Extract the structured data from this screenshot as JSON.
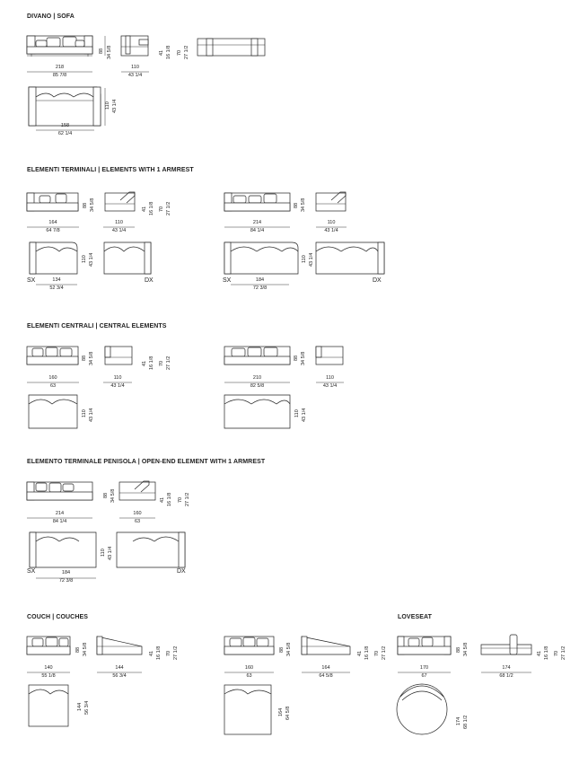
{
  "sections": [
    {
      "title": "DIVANO | SOFA"
    },
    {
      "title": "ELEMENTI TERMINALI | ELEMENTS WITH 1 ARMREST"
    },
    {
      "title": "ELEMENTI CENTRALI | CENTRAL ELEMENTS"
    },
    {
      "title": "ELEMENTO TERMINALE PENISOLA | OPEN-END ELEMENT WITH 1 ARMREST"
    },
    {
      "title": "COUCH | COUCHES"
    },
    {
      "title": "LOVESEAT"
    }
  ],
  "sofa": {
    "w1": "218",
    "w1in": "85 7/8",
    "h1": "88",
    "h1in": "34 5/8",
    "d1": "110",
    "d1in": "43 1/4",
    "a1": "41",
    "a1in": "16 1/8",
    "b1": "70",
    "b1in": "27 1/2",
    "w2": "158",
    "w2in": "62 1/4",
    "p1": "110",
    "p1in": "43 1/4"
  },
  "terminal": {
    "wA": "164",
    "wAin": "64 7/8",
    "hA": "88",
    "hAin": "34 5/8",
    "dA": "110",
    "dAin": "43 1/4",
    "aA": "41",
    "aAin": "16 1/8",
    "bA": "70",
    "bAin": "27 1/2",
    "pA": "110",
    "pAin": "43 1/4",
    "sx": "SX",
    "dx": "DX",
    "wA2": "134",
    "wA2in": "52 3/4",
    "wB": "214",
    "wBin": "84 1/4",
    "hB": "88",
    "hBin": "34 5/8",
    "dB": "110",
    "dBin": "43 1/4",
    "pB": "110",
    "pBin": "43 1/4",
    "wB2": "184",
    "wB2in": "72 3/8"
  },
  "central": {
    "wA": "160",
    "wAin": "63",
    "hA": "88",
    "hAin": "34 5/8",
    "dA": "110",
    "dAin": "43 1/4",
    "aA": "41",
    "aAin": "16 1/8",
    "bA": "70",
    "bAin": "27 1/2",
    "pA": "110",
    "pAin": "43 1/4",
    "wB": "210",
    "wBin": "82 5/8",
    "hB": "88",
    "hBin": "34 5/8",
    "dB": "110",
    "dBin": "43 1/4",
    "pB": "110",
    "pBin": "43 1/4"
  },
  "openend": {
    "w": "214",
    "win": "84 1/4",
    "h": "88",
    "hin": "34 5/8",
    "d": "160",
    "din": "63",
    "a": "41",
    "ain": "16 1/8",
    "b": "70",
    "bin": "27 1/2",
    "p": "110",
    "pin": "43 1/4",
    "sx": "SX",
    "dx": "DX",
    "w2": "184",
    "w2in": "72 3/8"
  },
  "couch": {
    "wA": "140",
    "wAin": "55 1/8",
    "hA": "88",
    "hAin": "34 5/8",
    "dA": "144",
    "dAin": "56 3/4",
    "aA": "41",
    "aAin": "16 1/8",
    "bA": "70",
    "bAin": "27 1/2",
    "pA": "144",
    "pAin": "56 3/4",
    "wB": "160",
    "wBin": "63",
    "hB": "88",
    "hBin": "34 5/8",
    "dB": "164",
    "dBin": "64 5/8",
    "aB": "41",
    "aBin": "16 1/8",
    "bB": "70",
    "bBin": "27 1/2",
    "pB": "164",
    "pBin": "64 5/8"
  },
  "loveseat": {
    "w": "170",
    "win": "67",
    "h": "88",
    "hin": "34 5/8",
    "d": "174",
    "din": "68 1/2",
    "a": "41",
    "ain": "16 1/8",
    "b": "70",
    "bin": "27 1/2",
    "p": "174",
    "pin": "68 1/2"
  }
}
